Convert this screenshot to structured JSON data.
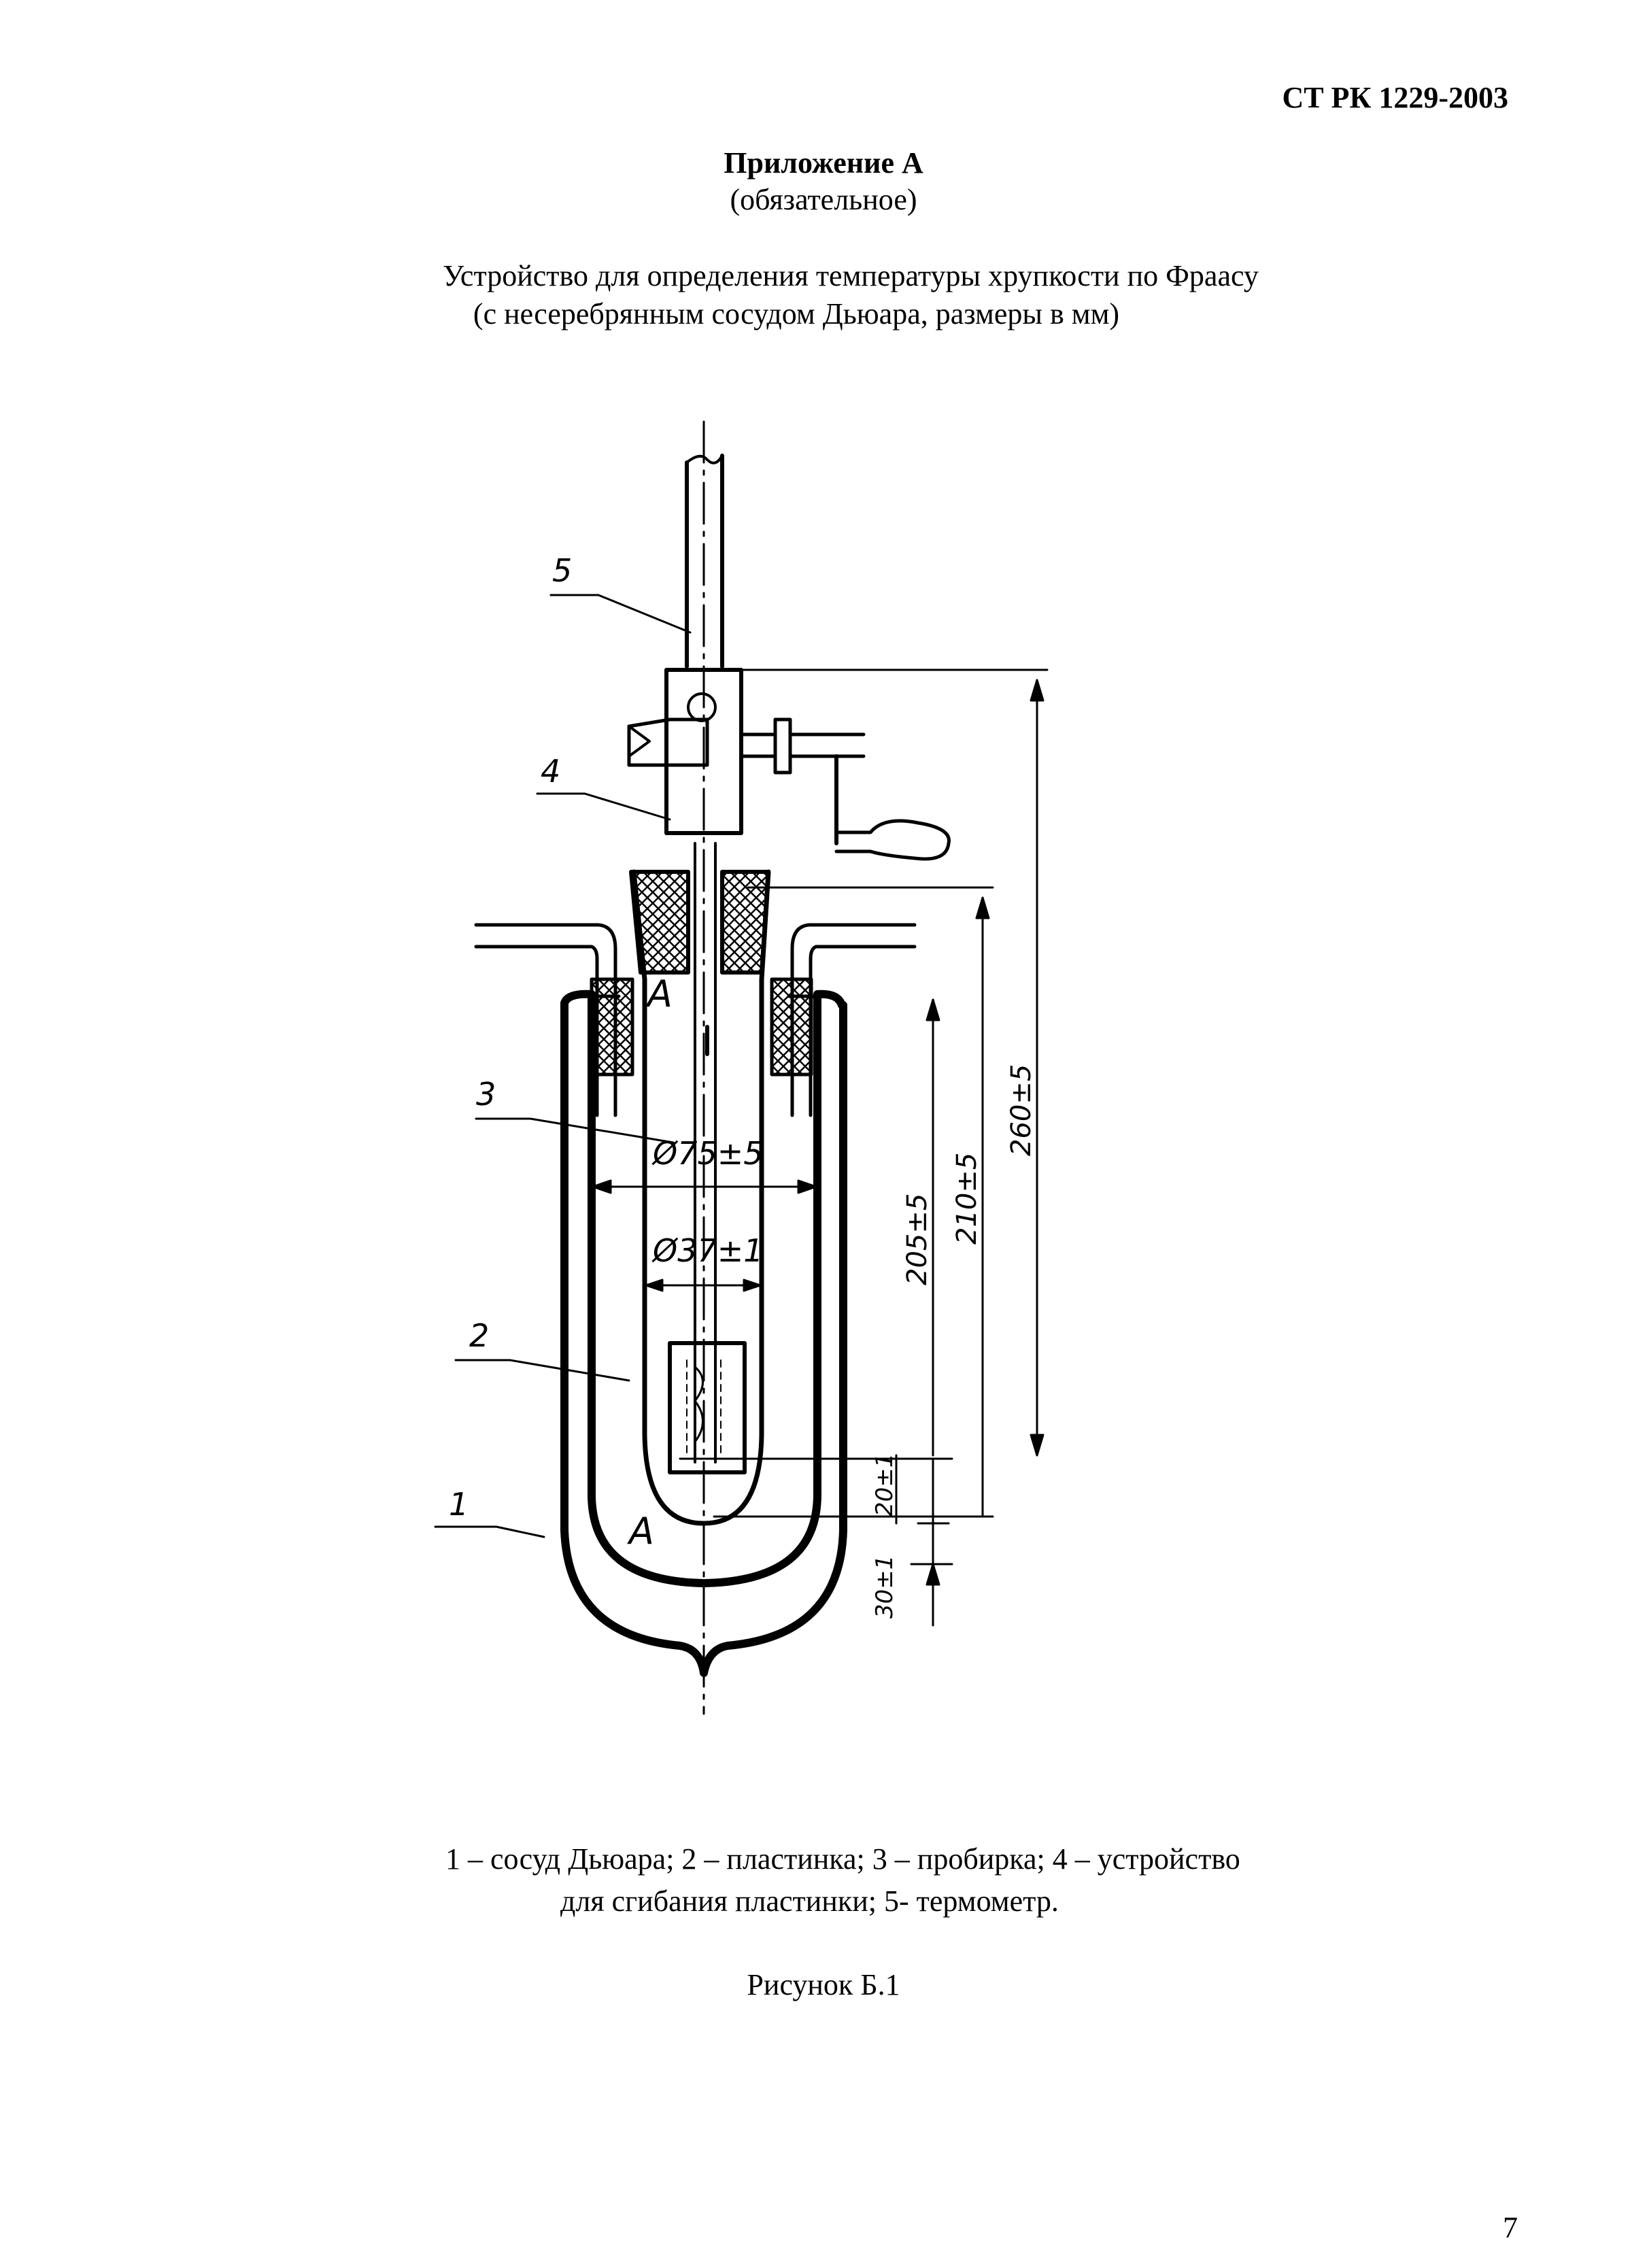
{
  "header": {
    "doc_code": "СТ РК 1229-2003"
  },
  "appendix": {
    "title": "Приложение А",
    "status": "(обязательное)"
  },
  "figure_title": {
    "line1": "Устройство для определения температуры хрупкости по Фраасу",
    "line2": "(с несеребрянным сосудом Дьюара, размеры в мм)"
  },
  "drawing": {
    "callouts": [
      "5",
      "4",
      "3",
      "2",
      "1"
    ],
    "section_mark": "А",
    "dimensions": {
      "d_outer": "Ø75±5",
      "d_inner": "Ø37±1",
      "h_total": "260±5",
      "h_210": "210±5",
      "h_205": "205±5",
      "h_20": "20±1",
      "h_30": "30±1"
    }
  },
  "legend": {
    "line1": "1 – сосуд Дьюара; 2 – пластинка; 3 – пробирка; 4 – устройство",
    "line2": "для сгибания пластинки; 5- термометр."
  },
  "figure_caption": "Рисунок Б.1",
  "page_number": "7"
}
